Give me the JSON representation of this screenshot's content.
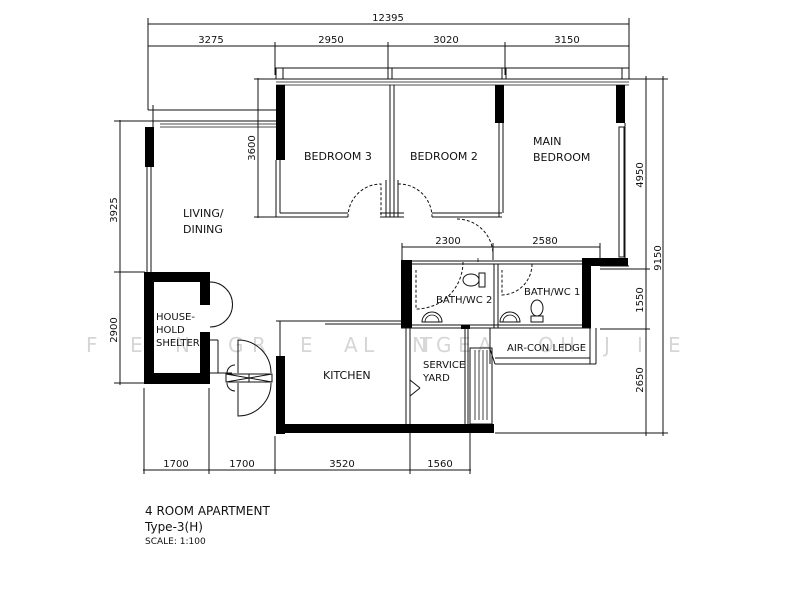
{
  "plan": {
    "title": "4 ROOM APARTMENT",
    "type": "Type-3(H)",
    "scale": "SCALE: 1:100",
    "watermark": [
      "F",
      "E",
      "N",
      "G",
      "R",
      "E",
      "A",
      "L",
      "T",
      "E",
      "A",
      "N",
      "G",
      "O",
      "H",
      "J",
      "I",
      "E"
    ]
  },
  "rooms": {
    "bedroom3": "BEDROOM 3",
    "bedroom2": "BEDROOM 2",
    "main_bedroom_line1": "MAIN",
    "main_bedroom_line2": "BEDROOM",
    "living_line1": "LIVING/",
    "living_line2": "DINING",
    "shelter_line1": "HOUSE-",
    "shelter_line2": "HOLD",
    "shelter_line3": "SHELTER",
    "kitchen": "KITCHEN",
    "service_line1": "SERVICE",
    "service_line2": "YARD",
    "bath2": "BATH/WC 2",
    "bath1": "BATH/WC 1",
    "aircon": "AIR-CON LEDGE"
  },
  "dimensions": {
    "top_total": "12395",
    "top_segments": [
      "3275",
      "2950",
      "3020",
      "3150"
    ],
    "bottom_segments": [
      "1700",
      "1700",
      "3520",
      "1560"
    ],
    "bath_segments": [
      "2300",
      "2580"
    ],
    "left": [
      "3925",
      "2900"
    ],
    "bedroom3_depth": "3600",
    "right_inner": [
      "4950",
      "1550",
      "2650"
    ],
    "right_total": "9150"
  }
}
